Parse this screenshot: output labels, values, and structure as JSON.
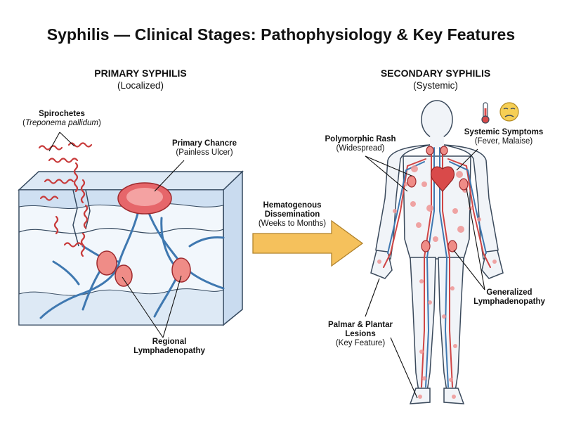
{
  "title": "Syphilis — Clinical Stages: Pathophysiology & Key Features",
  "primary": {
    "heading": "PRIMARY SYPHILIS",
    "subheading": "(Localized)",
    "spirochetes": {
      "label": "Spirochetes",
      "species_open": "(",
      "species": "Treponema pallidum",
      "species_close": ")"
    },
    "chancre": {
      "label": "Primary Chancre",
      "detail": "(Painless Ulcer)"
    },
    "lymph": {
      "line1": "Regional",
      "line2": "Lymphadenopathy"
    }
  },
  "arrow": {
    "line1": "Hematogenous",
    "line2": "Dissemination",
    "line3": "(Weeks to Months)"
  },
  "secondary": {
    "heading": "SECONDARY SYPHILIS",
    "subheading": "(Systemic)",
    "rash": {
      "label": "Polymorphic Rash",
      "detail": "(Widespread)"
    },
    "systemic": {
      "label": "Systemic Symptoms",
      "detail": "(Fever, Malaise)"
    },
    "lymph": {
      "line1": "Generalized",
      "line2": "Lymphadenopathy"
    },
    "palmar": {
      "line1": "Palmar & Plantar",
      "line2": "Lesions",
      "detail": "(Key Feature)"
    }
  },
  "icons": [
    "thermometer-icon",
    "sick-face-icon"
  ],
  "colors": {
    "vessel": "#3f78b0",
    "lesion": "#e55b5b",
    "node": "#ef8c87",
    "arrow": "#f5c15c",
    "skin": "#dceaf7",
    "body": "#f1f4f8"
  }
}
